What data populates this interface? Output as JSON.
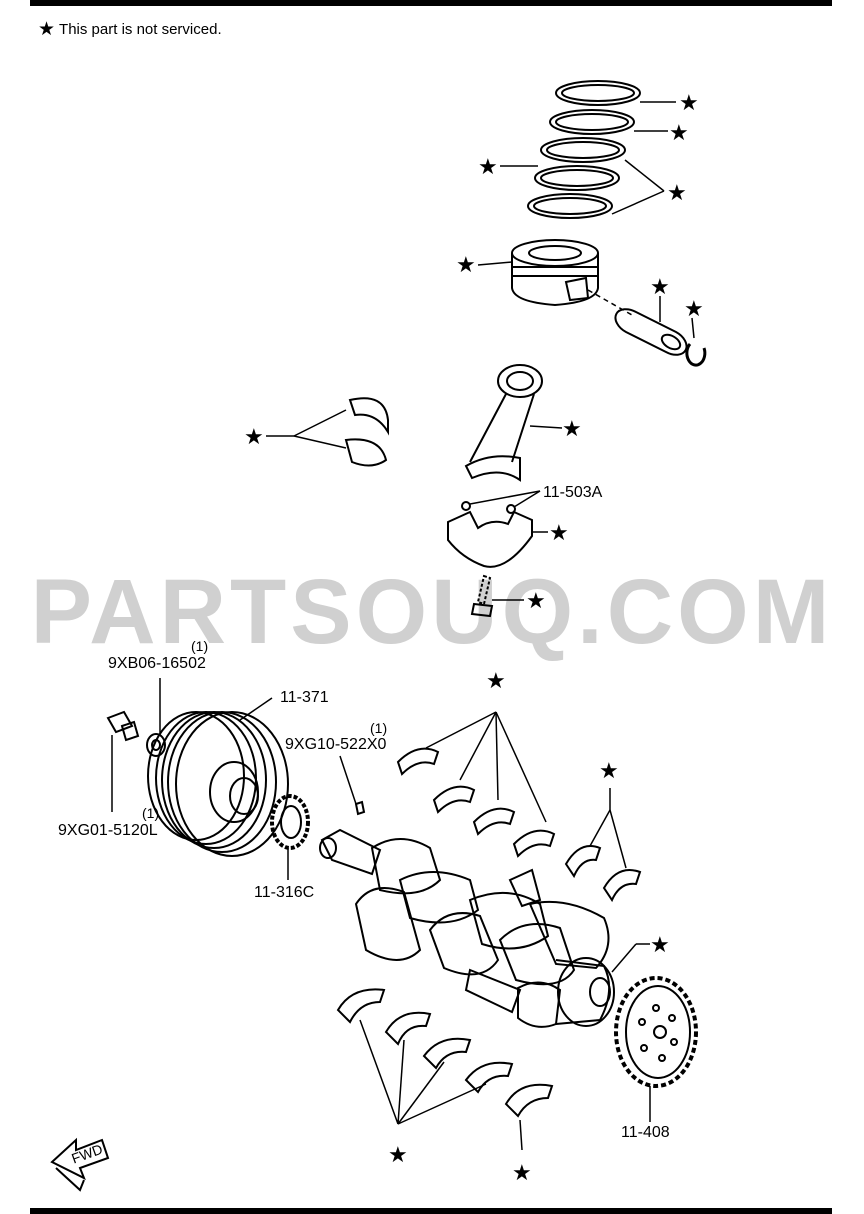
{
  "legend": {
    "symbol": "★",
    "text": "This part is not serviced."
  },
  "watermark": "PARTSOUQ.COM",
  "star": "★",
  "parts": {
    "p_11_503A": "11-503A",
    "p_11_371": "11-371",
    "p_9XB06": "9XB06-16502",
    "p_9XB06_qty": "(1)",
    "p_9XG10": "9XG10-522X0",
    "p_9XG10_qty": "(1)",
    "p_9XG01": "9XG01-5120L",
    "p_9XG01_qty": "(1)",
    "p_11_316C": "11-316C",
    "p_11_408": "11-408"
  },
  "fwd_label": "FWD"
}
